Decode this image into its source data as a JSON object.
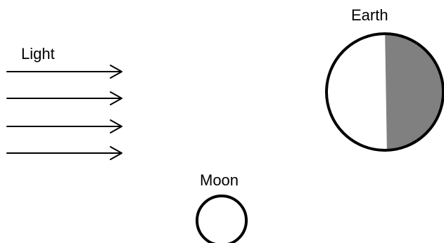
{
  "labels": {
    "light": "Light",
    "earth": "Earth",
    "moon": "Moon"
  },
  "light_rays": {
    "count": 4,
    "direction": "right"
  },
  "earth": {
    "lit_side": "left",
    "dark_side": "right",
    "lit_color": "#ffffff",
    "dark_color": "#808080"
  },
  "moon": {
    "fill_color": "#ffffff"
  },
  "colors": {
    "line": "#000000",
    "background": "#ffffff"
  }
}
